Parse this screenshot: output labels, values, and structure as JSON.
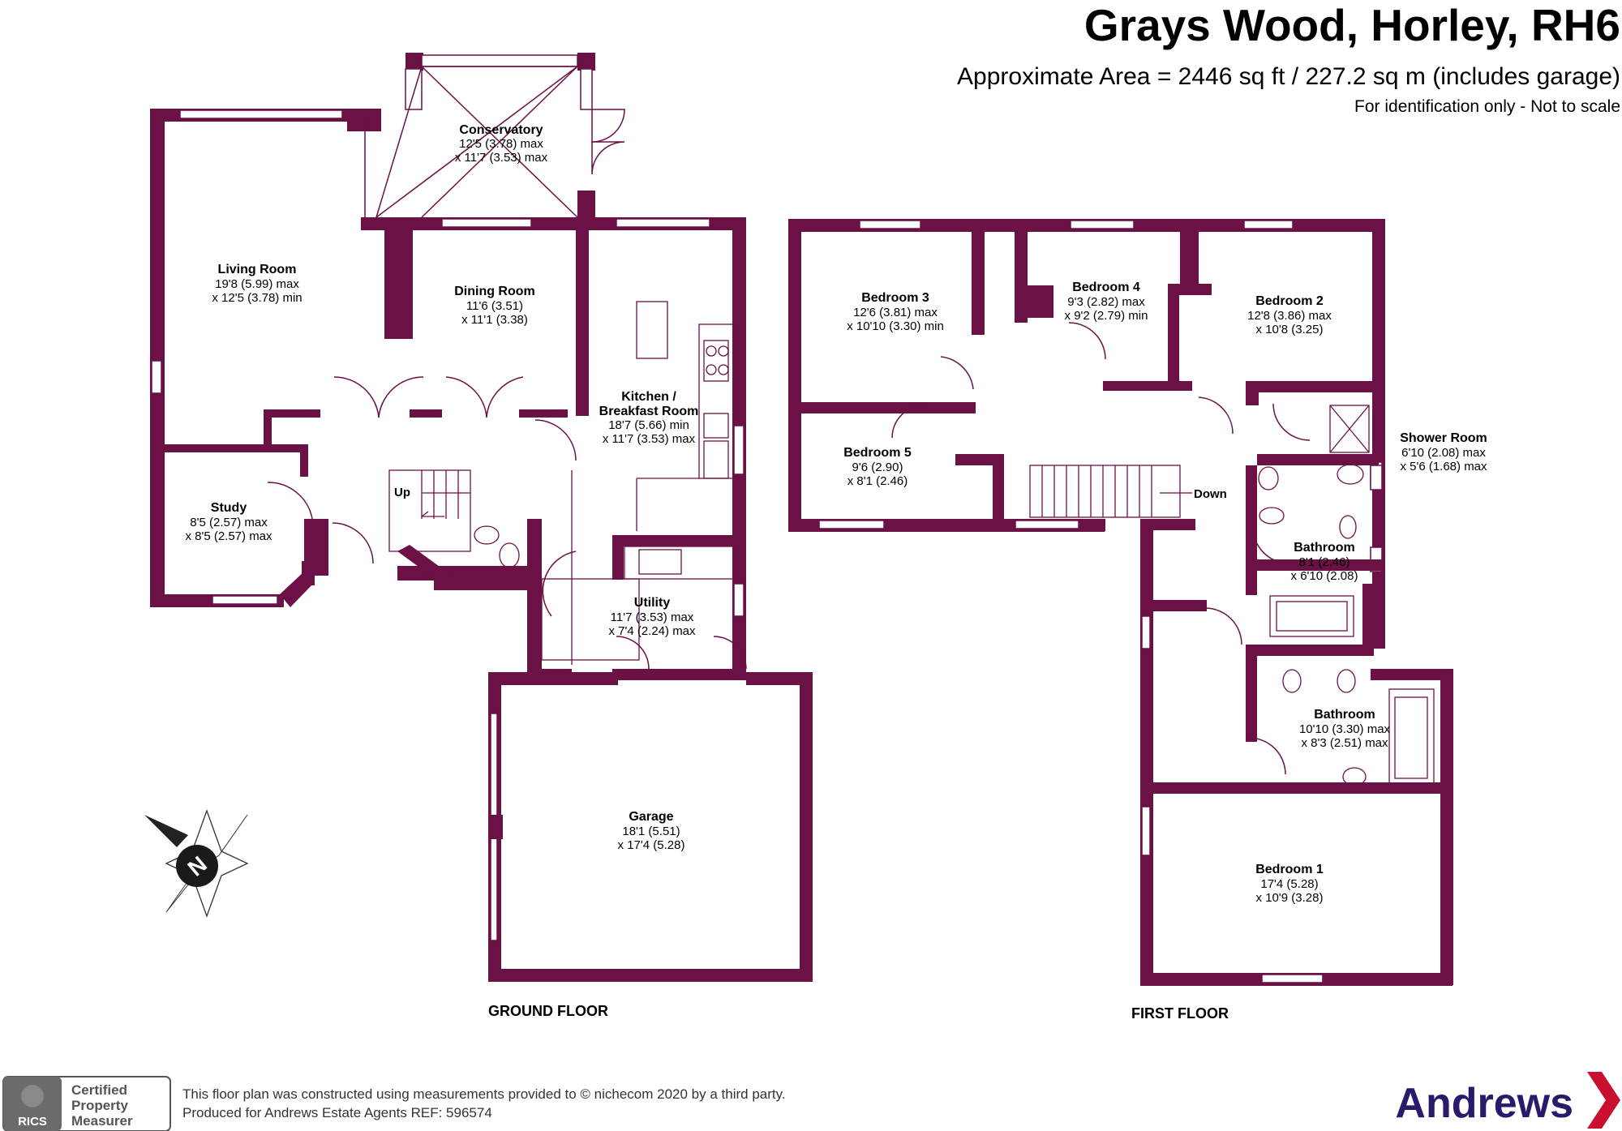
{
  "header": {
    "title": "Grays Wood, Horley, RH6",
    "area": "Approximate Area = 2446 sq ft / 227.2 sq m (includes garage)",
    "note": "For identification only - Not to scale"
  },
  "ground_floor": {
    "label": "GROUND FLOOR",
    "rooms": [
      {
        "name": "Conservatory",
        "dims": [
          "12'5 (3.78) max",
          "x 11'7 (3.53) max"
        ]
      },
      {
        "name": "Living Room",
        "dims": [
          "19'8 (5.99) max",
          "x 12'5 (3.78) min"
        ]
      },
      {
        "name": "Dining Room",
        "dims": [
          "11'6 (3.51)",
          "x 11'1 (3.38)"
        ]
      },
      {
        "name": "Kitchen /",
        "dims": [
          "Breakfast Room",
          "18'7 (5.66) min",
          "x 11'7 (3.53) max"
        ]
      },
      {
        "name": "Study",
        "dims": [
          "8'5 (2.57) max",
          "x 8'5 (2.57) max"
        ]
      },
      {
        "name": "Utility",
        "dims": [
          "11'7 (3.53) max",
          "x 7'4 (2.24) max"
        ]
      },
      {
        "name": "Garage",
        "dims": [
          "18'1 (5.51)",
          "x 17'4 (5.28)"
        ]
      }
    ],
    "stairs_label": "Up"
  },
  "first_floor": {
    "label": "FIRST FLOOR",
    "rooms": [
      {
        "name": "Bedroom 3",
        "dims": [
          "12'6 (3.81) max",
          "x 10'10 (3.30) min"
        ]
      },
      {
        "name": "Bedroom 4",
        "dims": [
          "9'3 (2.82) max",
          "x 9'2 (2.79) min"
        ]
      },
      {
        "name": "Bedroom 2",
        "dims": [
          "12'8 (3.86) max",
          "x 10'8 (3.25)"
        ]
      },
      {
        "name": "Bedroom 5",
        "dims": [
          "9'6 (2.90)",
          "x 8'1 (2.46)"
        ]
      },
      {
        "name": "Shower Room",
        "dims": [
          "6'10 (2.08) max",
          "x 5'6 (1.68) max"
        ]
      },
      {
        "name": "Bathroom",
        "dims": [
          "8'1 (2.46)",
          "x 6'10 (2.08)"
        ]
      },
      {
        "name": "Bathroom",
        "dims": [
          "10'10 (3.30) max",
          "x 8'3 (2.51) max"
        ]
      },
      {
        "name": "Bedroom 1",
        "dims": [
          "17'4 (5.28)",
          "x 10'9 (3.28)"
        ]
      }
    ],
    "stairs_label": "Down"
  },
  "compass": {
    "letter": "N",
    "icon": "north-arrow-icon"
  },
  "footer": {
    "badge_org": "RICS",
    "badge_lines": [
      "Certified",
      "Property",
      "Measurer"
    ],
    "disclaimer_1": "This floor plan was constructed using measurements provided to © nichecom 2020 by a third party.",
    "disclaimer_2": "Produced for Andrews Estate Agents   REF:  596574",
    "brand": "Andrews",
    "brand_color": "#c8102e"
  },
  "colors": {
    "wall": "#6b1146",
    "text": "#1a1a1a"
  }
}
